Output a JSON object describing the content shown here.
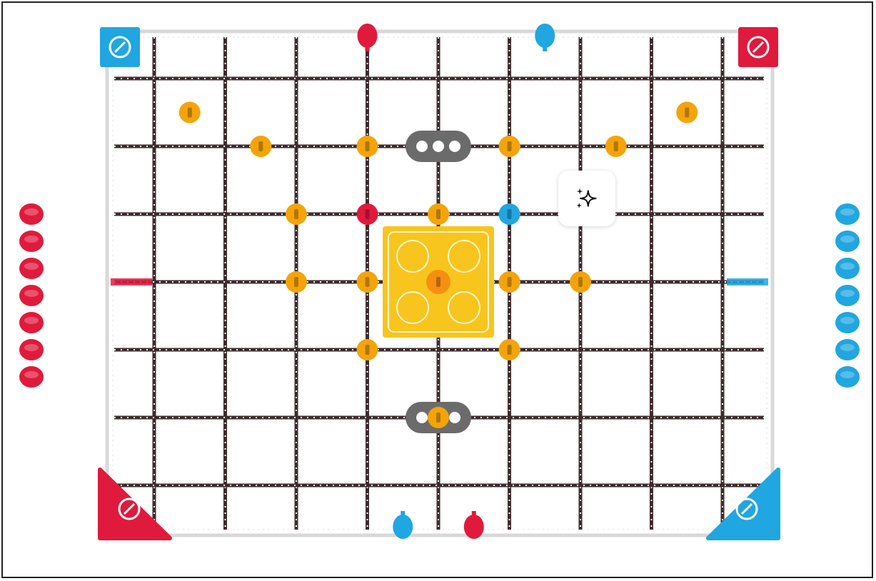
{
  "field": {
    "grid": {
      "cols": 8,
      "rows": 6
    },
    "colors": {
      "red": "#e01a3c",
      "blue": "#20a6e0",
      "yellow": "#f4a40a",
      "line": "#3d2b2e",
      "goal": "#f7c51e",
      "mogo": "#6b6b6b",
      "wall": "#d8d8d8"
    },
    "rings": [
      {
        "c": 0.5,
        "r": 0.5
      },
      {
        "c": 7.5,
        "r": 0.5
      },
      {
        "c": 1.5,
        "r": 1.0
      },
      {
        "c": 3.0,
        "r": 1.0
      },
      {
        "c": 5.0,
        "r": 1.0
      },
      {
        "c": 6.5,
        "r": 1.0
      },
      {
        "c": 2.0,
        "r": 2.0
      },
      {
        "c": 4.0,
        "r": 2.0
      },
      {
        "c": 2.0,
        "r": 3.0
      },
      {
        "c": 3.0,
        "r": 3.0
      },
      {
        "c": 5.0,
        "r": 3.0
      },
      {
        "c": 6.0,
        "r": 3.0
      },
      {
        "c": 3.0,
        "r": 4.0
      },
      {
        "c": 5.0,
        "r": 4.0
      },
      {
        "c": 4.0,
        "r": 5.0
      }
    ],
    "center_goal_ring": {
      "c": 4.0,
      "r": 3.0
    },
    "field_pegs": [
      {
        "color": "red",
        "c": 3.0,
        "r": 2.0
      },
      {
        "color": "blue",
        "c": 5.0,
        "r": 2.0
      }
    ],
    "edge_pegs": [
      {
        "color": "red",
        "side": "top",
        "c": 3.0
      },
      {
        "color": "blue",
        "side": "top",
        "c": 5.5
      },
      {
        "color": "blue",
        "side": "bottom",
        "c": 3.5
      },
      {
        "color": "red",
        "side": "bottom",
        "c": 4.5
      }
    ],
    "mobile_goals": [
      {
        "c": 4.0,
        "r": 1.0
      },
      {
        "c": 4.0,
        "r": 5.0
      }
    ],
    "corners": [
      {
        "pos": "top-left",
        "color": "blue",
        "shape": "square"
      },
      {
        "pos": "top-right",
        "color": "red",
        "shape": "square"
      },
      {
        "pos": "bottom-left",
        "color": "red",
        "shape": "triangle"
      },
      {
        "pos": "bottom-right",
        "color": "blue",
        "shape": "triangle"
      }
    ],
    "side_markers": [
      {
        "color": "red",
        "side": "left"
      },
      {
        "color": "blue",
        "side": "right"
      }
    ],
    "reserve_left": {
      "color": "red",
      "count": 7
    },
    "reserve_right": {
      "color": "blue",
      "count": 7
    }
  },
  "ai_button": {
    "icon": "sparkle-icon"
  }
}
